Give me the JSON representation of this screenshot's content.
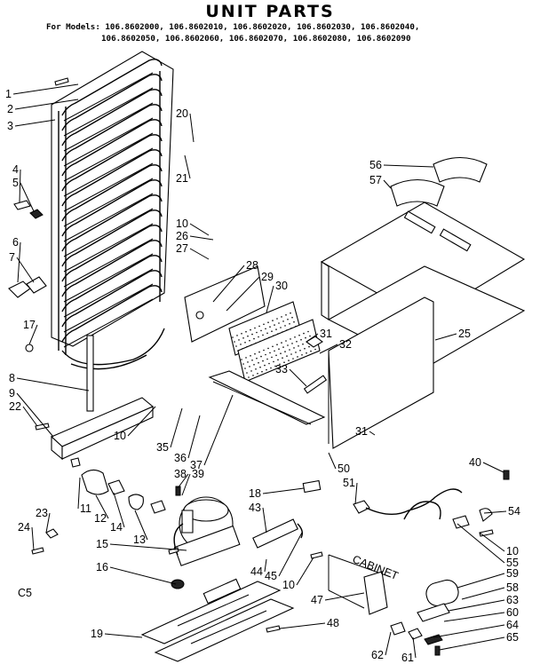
{
  "title": "UNIT PARTS",
  "models": {
    "line1": "For Models: 106.8602000, 106.8602010, 106.8602020, 106.8602030, 106.8602040,",
    "line2": "106.8602050, 106.8602060, 106.8602070, 106.8602080, 106.8602090"
  },
  "corner_code": "C5",
  "cabinet_text": "CABINET",
  "part_labels": [
    "1",
    "2",
    "3",
    "4",
    "5",
    "6",
    "7",
    "8",
    "9",
    "10",
    "11",
    "12",
    "13",
    "14",
    "15",
    "16",
    "17",
    "18",
    "19",
    "20",
    "21",
    "22",
    "23",
    "24",
    "25",
    "26",
    "27",
    "28",
    "29",
    "30",
    "31",
    "32",
    "33",
    "35",
    "36",
    "37",
    "38",
    "39",
    "40",
    "43",
    "44",
    "45",
    "47",
    "48",
    "50",
    "51",
    "54",
    "55",
    "56",
    "57",
    "58",
    "59",
    "60",
    "61",
    "62",
    "63",
    "64",
    "65"
  ]
}
